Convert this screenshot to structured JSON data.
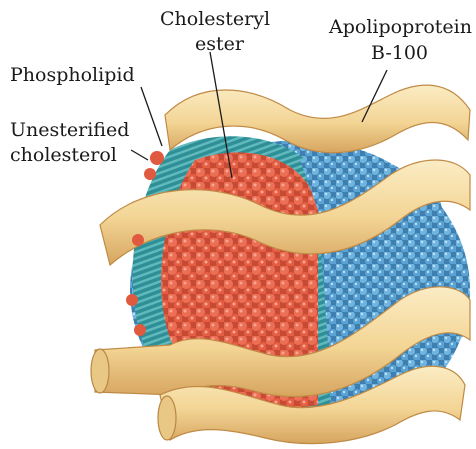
{
  "labels": {
    "cholesteryl_ester_line1": "Cholesteryl",
    "cholesteryl_ester_line2": "ester",
    "apolipoprotein_line1": "Apolipoprotein",
    "apolipoprotein_line2": "B-100",
    "phospholipid": "Phospholipid",
    "unesterified_line1": "Unesterified",
    "unesterified_line2": "cholesterol"
  },
  "colors": {
    "phospholipid_head": "#5aa9d6",
    "phospholipid_tail": "#3a9aa0",
    "cholesteryl_ester": "#e8684e",
    "unesterified_cholesterol": "#e0553c",
    "apolipoprotein_band": "#f5dca0",
    "apolipoprotein_shadow": "#d9b06a"
  }
}
